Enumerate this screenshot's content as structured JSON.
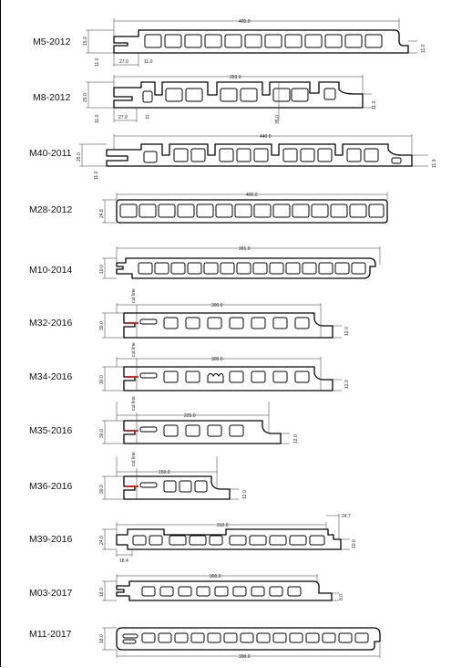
{
  "colors": {
    "ink": "#000000",
    "cut_mark": "#e00000",
    "background": "#ffffff"
  },
  "profiles": [
    {
      "id": "M5-2012",
      "label": "M5-2012",
      "dims": [
        "400.0",
        "15.0",
        "11.0",
        "27.0",
        "11.0",
        "11.0"
      ]
    },
    {
      "id": "M8-2012",
      "label": "M8-2012",
      "dims": [
        "359.9",
        "25.0",
        "11.0",
        "27.0",
        "11",
        "35.0",
        "11.0"
      ]
    },
    {
      "id": "M40-2011",
      "label": "M40-2011",
      "dims": [
        "440.0",
        "25.0",
        "11.0",
        "11.0"
      ]
    },
    {
      "id": "M28-2012",
      "label": "M28-2012",
      "dims": [
        "400.0",
        "24.8"
      ]
    },
    {
      "id": "M10-2014",
      "label": "M10-2014",
      "dims": [
        "391.0",
        "10.0"
      ]
    },
    {
      "id": "M32-2016",
      "label": "M32-2016",
      "dims": [
        "300.0",
        "30.0",
        "12.0"
      ],
      "note": "cut line"
    },
    {
      "id": "M34-2016",
      "label": "M34-2016",
      "dims": [
        "300.0",
        "30.0",
        "12.0"
      ],
      "note": "cut line"
    },
    {
      "id": "M35-2016",
      "label": "M35-2016",
      "dims": [
        "225.0",
        "30.0",
        "12.0"
      ],
      "note": "cut line"
    },
    {
      "id": "M36-2016",
      "label": "M36-2016",
      "dims": [
        "150.0",
        "30.0",
        "12.0"
      ],
      "note": "cut line"
    },
    {
      "id": "M39-2016",
      "label": "M39-2016",
      "dims": [
        "310.0",
        "24.7",
        "24.0",
        "18.4",
        "10.0"
      ]
    },
    {
      "id": "M03-2017",
      "label": "M03-2017",
      "dims": [
        "300.0",
        "18.0",
        "8.0"
      ]
    },
    {
      "id": "M11-2017",
      "label": "M11-2017",
      "dims": [
        "18.0",
        "390.0"
      ]
    }
  ]
}
